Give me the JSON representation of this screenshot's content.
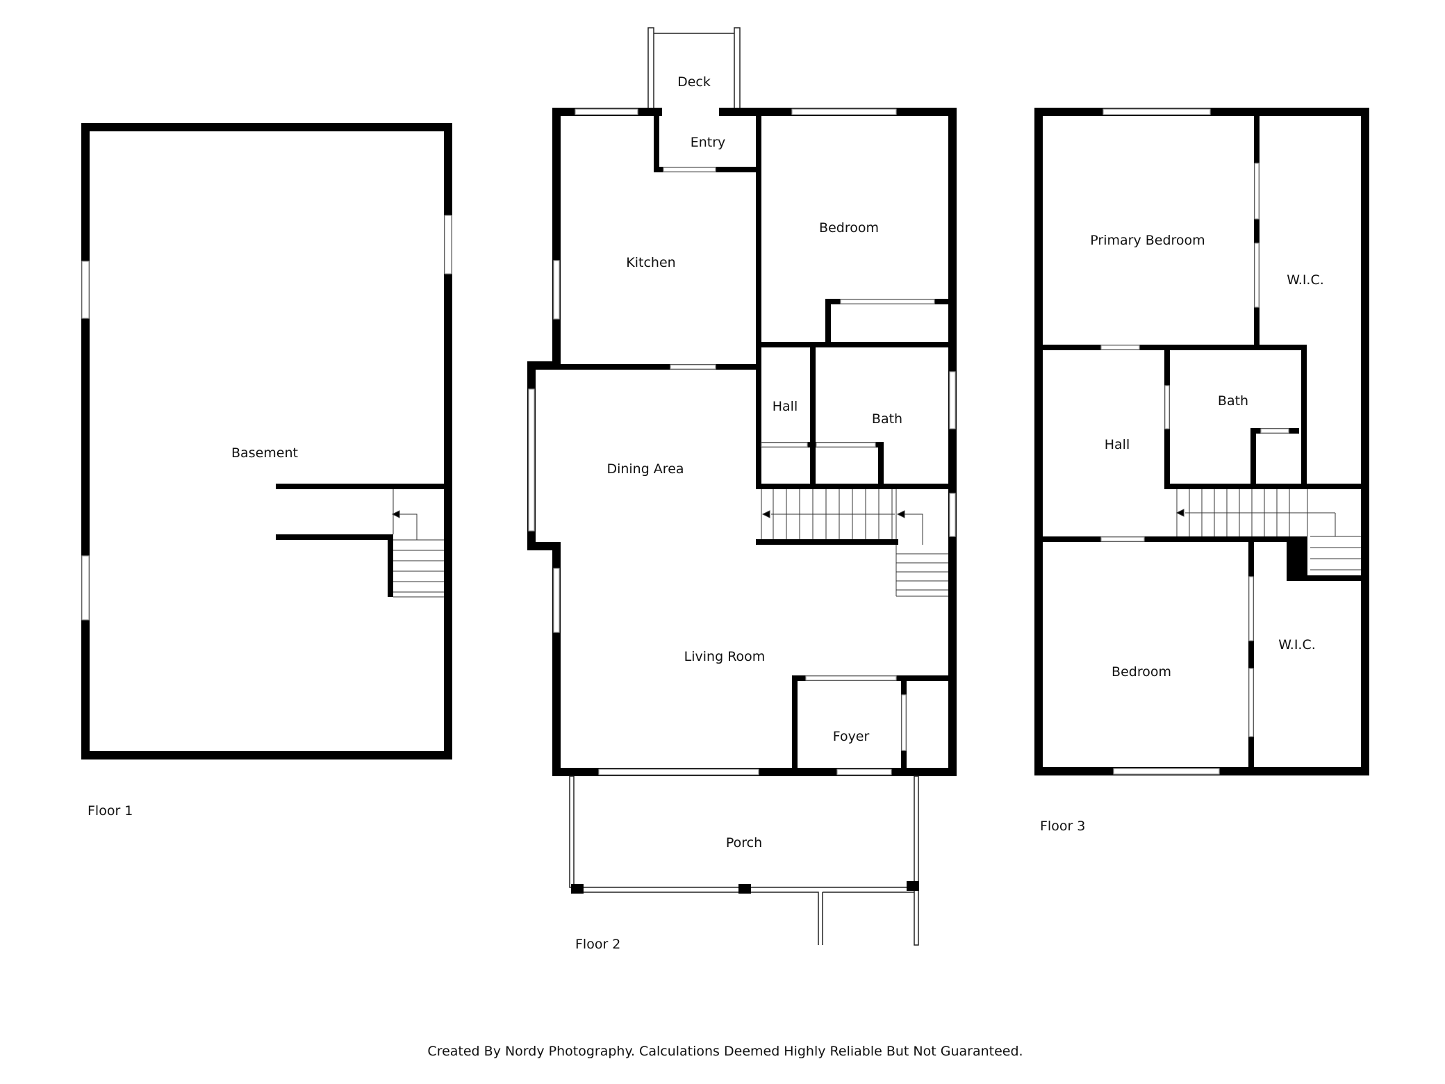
{
  "floors": [
    {
      "label": "Floor 1",
      "rooms": [
        "Basement"
      ]
    },
    {
      "label": "Floor 2",
      "rooms": [
        "Deck",
        "Entry",
        "Kitchen",
        "Bedroom",
        "Hall",
        "Bath",
        "Dining Area",
        "Living Room",
        "Foyer",
        "Porch"
      ]
    },
    {
      "label": "Floor 3",
      "rooms": [
        "Primary Bedroom",
        "W.I.C.",
        "Hall",
        "Bath",
        "Bedroom",
        "W.I.C."
      ]
    }
  ],
  "footer": "Created By Nordy Photography. Calculations Deemed Highly Reliable But Not Guaranteed.",
  "colors": {
    "wall": "#000000",
    "background": "#ffffff"
  }
}
